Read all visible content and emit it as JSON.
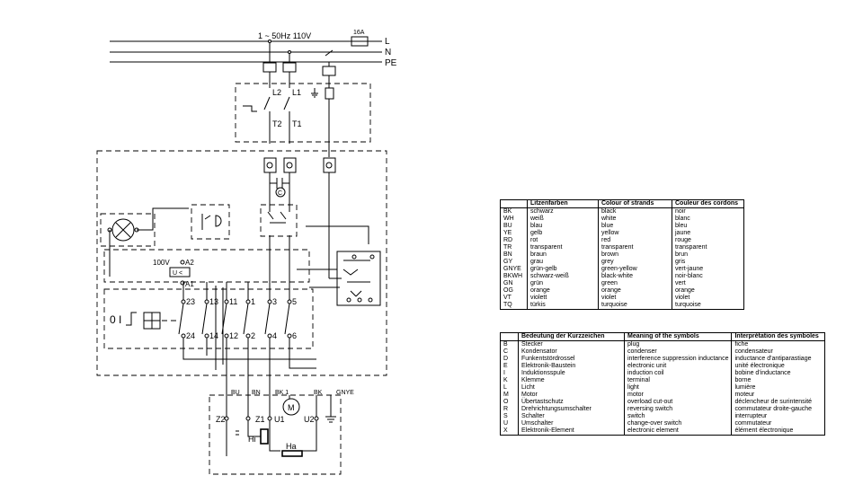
{
  "supply": {
    "header": "1 ~ 50Hz  110V",
    "fuse": "16A",
    "lines": [
      "L",
      "N",
      "PE"
    ]
  },
  "labels": {
    "switch_top": [
      "L2",
      "L1"
    ],
    "switch_bottom": [
      "T2",
      "T1"
    ],
    "capacitor": "C",
    "relay_line1": "100V",
    "relay_a2": "A2",
    "relay_a1": "A1",
    "relay_box": "U <",
    "contacts_top": [
      "23",
      "13",
      "11",
      "1",
      "3",
      "5"
    ],
    "contacts_bottom": [
      "24",
      "14",
      "12",
      "2",
      "4",
      "6"
    ],
    "switch_symbols": "0 I",
    "cable_labels": [
      "BU",
      "BN",
      "BK 1",
      "BK",
      "GNYE"
    ],
    "motor": "M",
    "motor_terms": [
      "Z2",
      "Z1",
      "U1",
      "U2"
    ],
    "hi": "Hi",
    "ha": "Ha"
  },
  "colour_table": {
    "headers": [
      "",
      "Litzenfarben",
      "Colour of strands",
      "Couleur des cordons"
    ],
    "rows": [
      [
        "BK",
        "schwarz",
        "black",
        "noir"
      ],
      [
        "WH",
        "weiß",
        "white",
        "blanc"
      ],
      [
        "BU",
        "blau",
        "blue",
        "bleu"
      ],
      [
        "YE",
        "gelb",
        "yellow",
        "jaune"
      ],
      [
        "RD",
        "rot",
        "red",
        "rouge"
      ],
      [
        "TR",
        "transparent",
        "transparent",
        "transparent"
      ],
      [
        "BN",
        "braun",
        "brown",
        "brun"
      ],
      [
        "GY",
        "grau",
        "grey",
        "gris"
      ],
      [
        "GNYE",
        "grün-gelb",
        "green-yellow",
        "vert-jaune"
      ],
      [
        "BKWH",
        "schwarz-weiß",
        "black-white",
        "noir-blanc"
      ],
      [
        "GN",
        "grün",
        "green",
        "vert"
      ],
      [
        "OG",
        "orange",
        "orange",
        "orange"
      ],
      [
        "VT",
        "violett",
        "violet",
        "violet"
      ],
      [
        "TQ",
        "türkis",
        "turquoise",
        "turquoise"
      ]
    ]
  },
  "symbol_table": {
    "headers": [
      "",
      "Bedeutung der Kurzzeichen",
      "Meaning of the symbols",
      "Interprétation des symboles"
    ],
    "rows": [
      [
        "B",
        "Stecker",
        "plug",
        "fiche"
      ],
      [
        "C",
        "Kondensator",
        "condenser",
        "condensateur"
      ],
      [
        "D",
        "Funkentstördrossel",
        "interference suppression inductance",
        "inductance d'antiparastiage"
      ],
      [
        "E",
        "Elektronik-Baustein",
        "electronic unit",
        "unité électronique"
      ],
      [
        "I",
        "Induktionsspule",
        "induction coil",
        "bobine d'inductance"
      ],
      [
        "K",
        "Klemme",
        "terminal",
        "borne"
      ],
      [
        "L",
        "Licht",
        "light",
        "lumière"
      ],
      [
        "M",
        "Motor",
        "motor",
        "moteur"
      ],
      [
        "O",
        "Übertastschutz",
        "overload cut-out",
        "déclencheur de surintensité"
      ],
      [
        "R",
        "Drehrichtungsumschalter",
        "reversing switch",
        "commutateur droite-gauche"
      ],
      [
        "S",
        "Schalter",
        "switch",
        "interrupteur"
      ],
      [
        "U",
        "Umschalter",
        "change-over switch",
        "commutateur"
      ],
      [
        "X",
        "Elektronik-Element",
        "electronic element",
        "élément électronique"
      ]
    ]
  }
}
